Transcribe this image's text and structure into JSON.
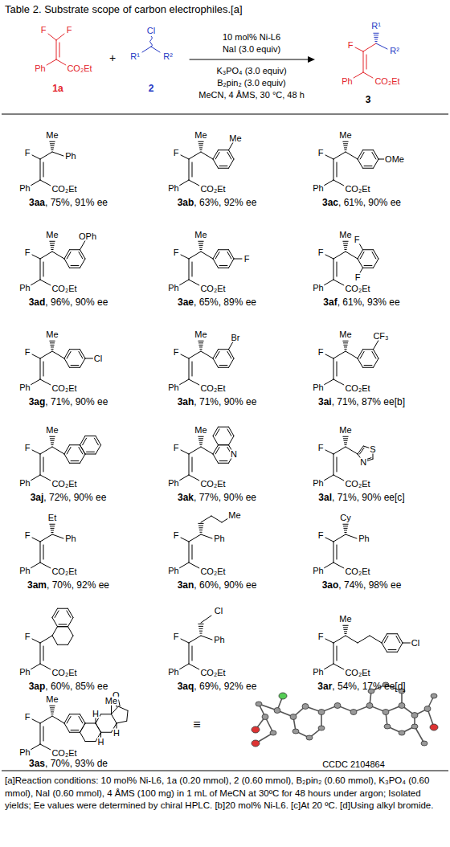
{
  "diagram": {
    "title": "Table 2. Substrate scope of carbon electrophiles.[a]",
    "labels": [
      "F",
      "F",
      "Ph",
      "CO₂Et",
      "1a",
      "+",
      "Cl",
      "R¹",
      "R²",
      "2",
      "10 mol% Ni-L6",
      "NaI (3.0 equiv)",
      "K₃PO₄ (3.0 equiv)",
      "B₂pin₂ (3.0 equiv)",
      "MeCN, 4 ÅMS, 30 °C, 48 h",
      "R¹",
      "F",
      "R²",
      "Ph",
      "CO₂Et",
      "3",
      "F",
      "Me",
      "Ph",
      "Ph",
      "CO₂Et",
      "3aa",
      ", 75%, 91% ee",
      "F",
      "Me",
      "Me",
      "Ph",
      "CO₂Et",
      "3ab",
      ", 63%, 92% ee",
      "F",
      "Me",
      "OMe",
      "Ph",
      "CO₂Et",
      "3ac",
      ", 61%, 90% ee",
      "F",
      "Me",
      "OPh",
      "Ph",
      "CO₂Et",
      "3ad",
      ", 96%, 90% ee",
      "F",
      "Me",
      "F",
      "Ph",
      "CO₂Et",
      "3ae",
      ", 65%, 89% ee",
      "F",
      "Me",
      "F",
      "F",
      "Ph",
      "CO₂Et",
      "3af",
      ", 61%, 93% ee",
      "F",
      "Me",
      "Cl",
      "Ph",
      "CO₂Et",
      "3ag",
      ", 71%, 90% ee",
      "F",
      "Me",
      "Br",
      "Ph",
      "CO₂Et",
      "3ah",
      ", 71%, 90% ee",
      "F",
      "Me",
      "CF₃",
      "Ph",
      "CO₂Et",
      "3ai",
      ", 71%, 87% ee[b]",
      "F",
      "Me",
      "Ph",
      "CO₂Et",
      "3aj",
      ", 72%, 90% ee",
      "F",
      "Me",
      "N",
      "Ph",
      "CO₂Et",
      "3ak",
      ", 77%, 90% ee",
      "F",
      "Me",
      "S",
      "N",
      "Ph",
      "CO₂Et",
      "3al",
      ", 71%, 90% ee[c]",
      "F",
      "Et",
      "Ph",
      "Ph",
      "CO₂Et",
      "3am",
      ", 70%, 92% ee",
      "F",
      "Me",
      "Ph",
      "Ph",
      "CO₂Et",
      "3an",
      ", 60%, 90% ee",
      "F",
      "Cy",
      "Ph",
      "Ph",
      "CO₂Et",
      "3ao",
      ", 74%, 98% ee",
      "F",
      "Ph",
      "CO₂Et",
      "3ap",
      ", 60%, 85% ee",
      "F",
      "Cl",
      "Ph",
      "Ph",
      "CO₂Et",
      "3aq",
      ", 69%, 92% ee",
      "F",
      "Me",
      "Cl",
      "Ph",
      "CO₂Et",
      "3ar",
      ", 54%, 17% ee[d]",
      "F",
      "Me",
      "H",
      "H",
      "H",
      "O",
      "Me",
      "Ph",
      "CO₂Et",
      "3as",
      ", 70%, 93% de",
      "≡",
      "CCDC 2104864",
      "[a]Reaction conditions: 10 mol% Ni-L6, 1a (0.20 mmol), 2 (0.60 mmol), B₂pin₂ (0.60 mmol), K₃PO₄ (0.60 mmol), NaI (0.60 mmol), 4 ÅMS (100 mg) in 1 mL of MeCN at 30ºC for 48 hours under argon; Isolated yields; Ee values were determined by chiral HPLC. [b]20 mol% Ni-L6. [c]At 20 ºC. [d]Using alkyl bromide."
    ]
  }
}
